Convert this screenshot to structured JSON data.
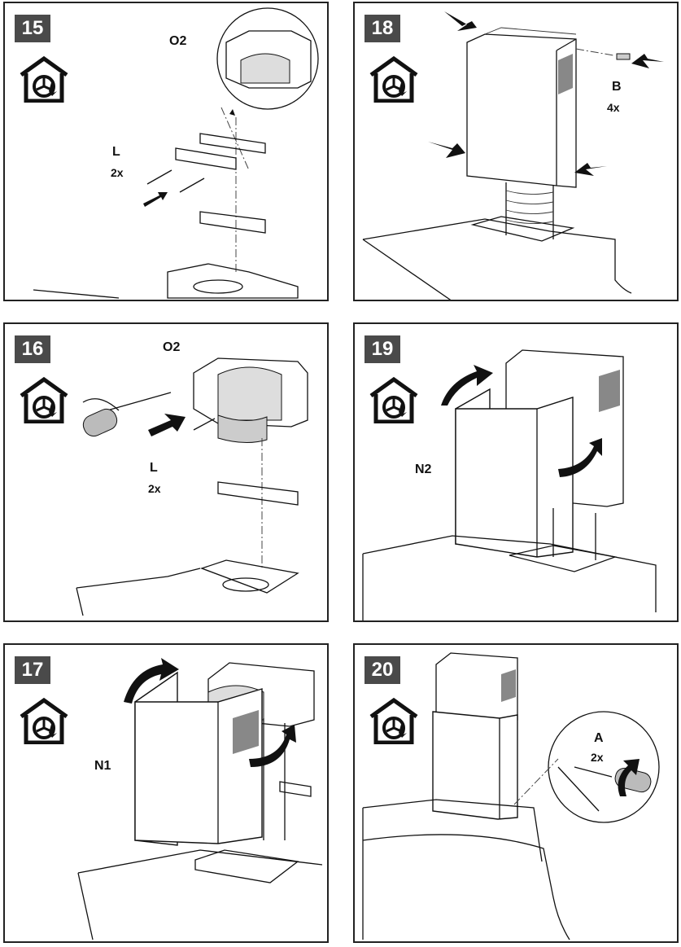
{
  "panels": [
    {
      "step": "15",
      "labels": {
        "part": "O2",
        "screw": "L",
        "screw_qty": "2x"
      }
    },
    {
      "step": "18",
      "labels": {
        "screw": "B",
        "screw_qty": "4x"
      }
    },
    {
      "step": "16",
      "labels": {
        "part": "O2",
        "screw": "L",
        "screw_qty": "2x"
      }
    },
    {
      "step": "19",
      "labels": {
        "part": "N2"
      }
    },
    {
      "step": "17",
      "labels": {
        "part": "N1"
      }
    },
    {
      "step": "20",
      "labels": {
        "screw": "A",
        "screw_qty": "2x"
      }
    }
  ],
  "icons": {
    "mode": "recirculation-house-fan-icon"
  }
}
